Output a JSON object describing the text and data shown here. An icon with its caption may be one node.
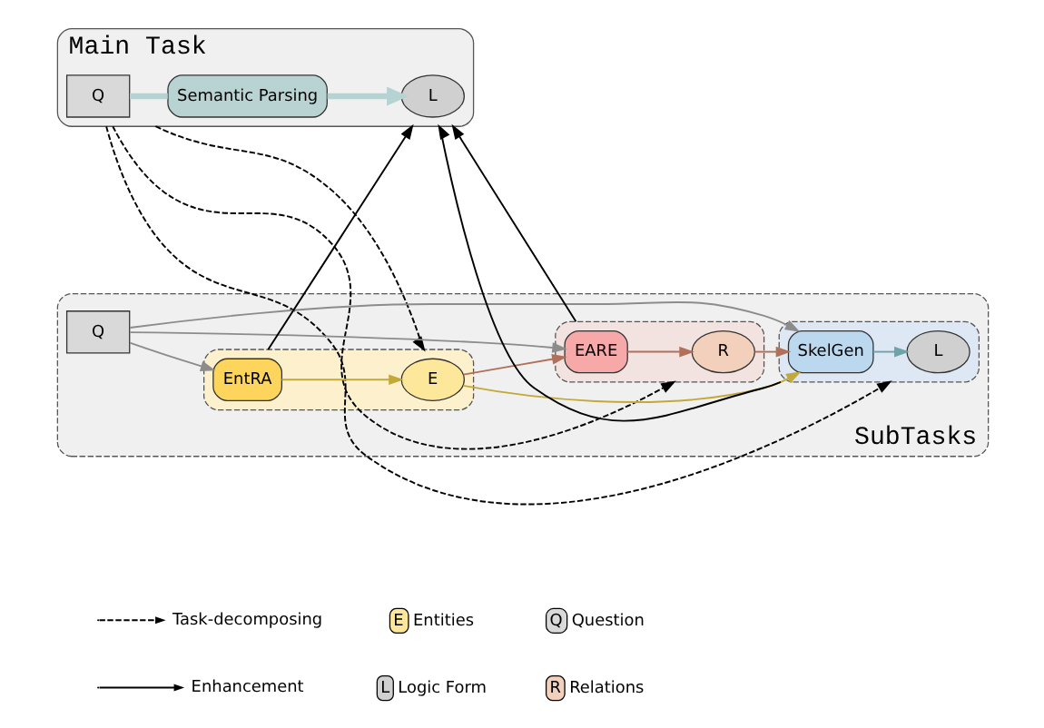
{
  "diagram": {
    "nodes": [
      {
        "text": [
          "Main Task"
        ]
      },
      {
        "text": [
          "Q"
        ],
        "in": 0
      },
      {
        "text": [
          "Semantic Parsing"
        ],
        "in": 0
      },
      {
        "text": [
          "L"
        ],
        "in": 0
      },
      {
        "text": [
          "SubTasks"
        ]
      },
      {
        "text": [
          "Q"
        ],
        "in": 4
      },
      {
        "text": [],
        "shape": "box",
        "in": 4
      },
      {
        "text": [
          "EntRA"
        ],
        "in": 6
      },
      {
        "text": [
          "E"
        ],
        "in": 6
      },
      {
        "text": [],
        "shape": "box",
        "in": 4
      },
      {
        "text": [
          "EARE"
        ],
        "in": 9
      },
      {
        "text": [
          "R"
        ],
        "in": 9
      },
      {
        "text": [],
        "shape": "box",
        "in": 4
      },
      {
        "text": [
          "SkelGen"
        ],
        "in": 12
      },
      {
        "text": [
          "L"
        ],
        "in": 12
      }
    ],
    "edges": [
      {
        "from": 1,
        "to": 2,
        "arrow": "none",
        "style": "thick",
        "color": "#b5d3d3"
      },
      {
        "from": 2,
        "to": 3,
        "arrow": "to",
        "style": "thick",
        "color": "#b5d3d3"
      },
      {
        "from": 0,
        "to": 6,
        "arrow": "to",
        "style": "dashed"
      },
      {
        "from": 6,
        "to": 0,
        "arrow": "to"
      },
      {
        "from": 0,
        "to": 9,
        "arrow": "to",
        "style": "dashed"
      },
      {
        "from": 9,
        "to": 0,
        "arrow": "to"
      },
      {
        "from": 0,
        "to": 12,
        "arrow": "to",
        "style": "dashed"
      },
      {
        "from": 12,
        "to": 0,
        "arrow": "to"
      },
      {
        "from": 5,
        "to": 13,
        "arrow": "to",
        "color": "#8c8c8c"
      },
      {
        "from": 5,
        "to": 7,
        "arrow": "to",
        "color": "#8c8c8c"
      },
      {
        "from": 5,
        "to": 10,
        "arrow": "to",
        "color": "#8c8c8c"
      },
      {
        "from": 7,
        "to": 8,
        "arrow": "to",
        "color": "#c2a93a"
      },
      {
        "from": 8,
        "to": 13,
        "arrow": "to",
        "color": "#c2a93a"
      },
      {
        "from": 8,
        "to": 10,
        "arrow": "to",
        "color": "#b0705a"
      },
      {
        "from": 10,
        "to": 11,
        "arrow": "to",
        "color": "#b0705a"
      },
      {
        "from": 11,
        "to": 13,
        "arrow": "to",
        "color": "#b0705a"
      },
      {
        "from": 13,
        "to": 14,
        "arrow": "to",
        "color": "#6fa3a8"
      }
    ],
    "labels": [
      "L",
      "R",
      "E",
      "Q"
    ],
    "legend": [
      {
        "text": "Enhancement"
      },
      {
        "text": "Logic Form",
        "color": "#d0d0d0"
      },
      {
        "text": "Relations",
        "color": "#f2d0bc"
      },
      {
        "text": "Task-decomposing"
      },
      {
        "text": "Entities",
        "color": "#fde79a"
      },
      {
        "text": "Question",
        "color": "#d9d9d9"
      }
    ]
  }
}
